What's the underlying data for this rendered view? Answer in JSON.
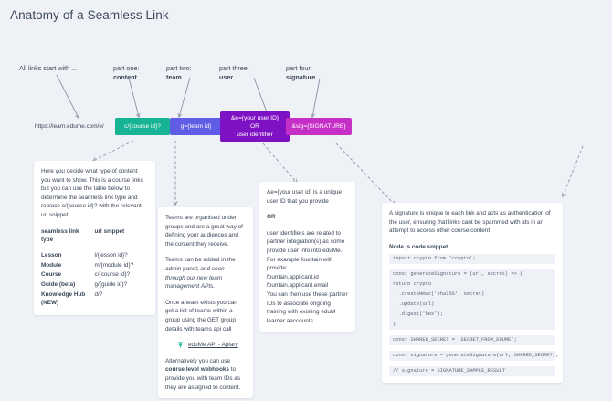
{
  "page": {
    "title": "Anatomy of a Seamless Link",
    "background_color": "#eef1f6",
    "text_color": "#3b4758"
  },
  "intro": {
    "start_label": "All links start with ...",
    "base_url": "https://learn.edume.com/e/"
  },
  "part_labels": [
    {
      "prefix": "part one:",
      "name": "content"
    },
    {
      "prefix": "part two:",
      "name": "team"
    },
    {
      "prefix": "part three:",
      "name": "user"
    },
    {
      "prefix": "part four:",
      "name": "signature"
    }
  ],
  "chips": [
    {
      "text": "c/{course id}?",
      "color": "#16b394",
      "name": "content-chip"
    },
    {
      "text": "g={team id}",
      "color": "#5f5ce6",
      "name": "team-chip"
    },
    {
      "line1": "&e={your user ID}",
      "line2": "OR",
      "line3": "user identifier",
      "color": "#7f11c4",
      "name": "user-chip"
    },
    {
      "text": "&sig={SIGNATURE}",
      "color": "#c62fc6",
      "name": "signature-chip"
    }
  ],
  "content_card": {
    "paragraph": "Here you decide what type of content you want to show. This is a course links but you can use the table below to determine the seamless link type and replace c/{course id}? with the relevant url snippet",
    "table": {
      "headers": [
        "seamless link type",
        "url snippet"
      ],
      "rows": [
        [
          "Lesson",
          "l/{lesson id}?"
        ],
        [
          "Module",
          "m/{module id}?"
        ],
        [
          "Course",
          "c/{course id}?"
        ],
        [
          "Guide (beta)",
          "g/{guide id}?"
        ],
        [
          "Knowledge Hub (NEW)",
          "d/?"
        ]
      ]
    }
  },
  "team_card": {
    "paragraph1": "Teams are organised under groups and are a great way of defining your audiences and the content they receive.",
    "paragraph2_plain": "Teams can be added in the admin panel; ",
    "paragraph2_italic": "and soon through our new team management APIs.",
    "paragraph3": "Once a team exists you can get a list of teams within a group using the GET group details with teams api call",
    "link": {
      "label": "eduMe API - Apiary",
      "icon": "tree-icon",
      "color": "#16b394"
    },
    "paragraph4_a": "Alternatively you can use ",
    "paragraph4_bold": "course level webhooks",
    "paragraph4_b": " to provide you with team IDs as they are assigned to content."
  },
  "user_card": {
    "paragraph1": "&e={your user id} is a unique user ID that you provide",
    "or_label": "OR",
    "paragraph2": "user identifiers are related to partner integration(s) as some provide user info into eduMe. For example fountain will provide:",
    "identifiers": [
      "fountain.applicant.id",
      "fountain.applicant.email"
    ],
    "paragraph3": "You can then use these partner IDs to associate ongoing training with existing eduM learner aaccounts."
  },
  "signature_card": {
    "paragraph": "A signature is unique to each link and acts as authentication of the user, ensuring that links cant be spammed with ids in an attempt to access other course content",
    "code_label": "Node.js code snippet",
    "code_blocks": [
      [
        "import crypto from 'crypto';"
      ],
      [
        "const generateSignature = (url, secret) => {",
        "return crypto",
        "  .createHmac('sha256', secret)",
        "  .update(url)",
        "  .digest('hex');",
        "}"
      ],
      [
        "const SHARED_SECRET = 'SECRET_FROM_EDUME';"
      ],
      [
        "const signature = generateSignature(url, SHARED_SECRET);"
      ],
      [
        "// signature = SIGNATURE_SAMPLE_RESULT"
      ]
    ]
  }
}
